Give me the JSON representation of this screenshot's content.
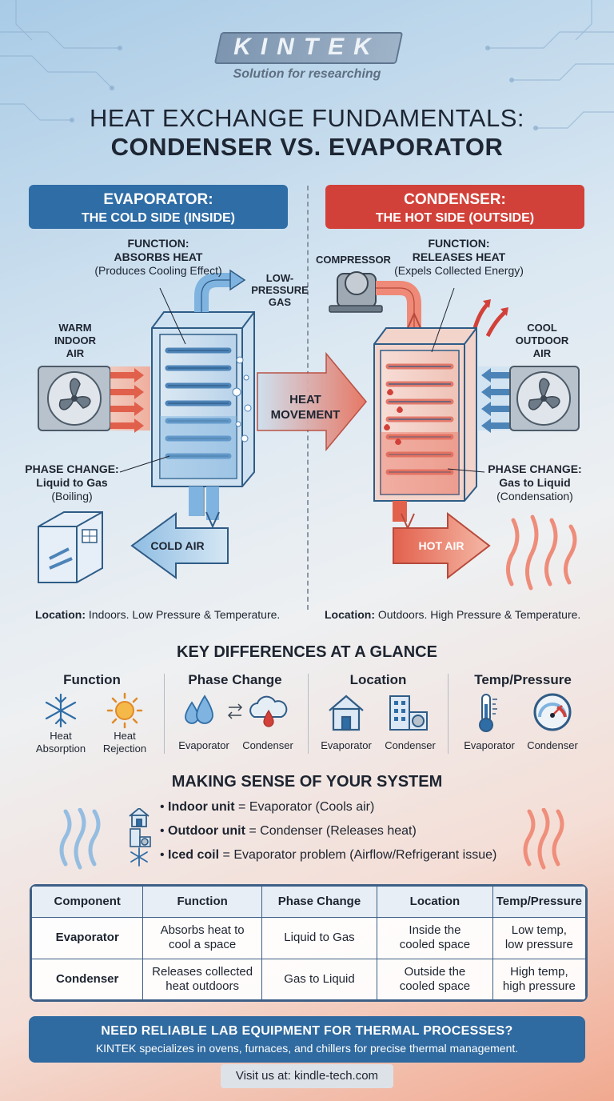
{
  "header": {
    "logo": "KINTEK",
    "tagline": "Solution for researching",
    "title_line1": "HEAT EXCHANGE FUNDAMENTALS:",
    "title_line2": "CONDENSER VS. EVAPORATOR"
  },
  "evaporator": {
    "banner_title": "EVAPORATOR:",
    "banner_subtitle": "THE COLD SIDE (INSIDE)",
    "function_title": "FUNCTION:",
    "function_main": "ABSORBS HEAT",
    "function_sub": "(Produces Cooling Effect)",
    "gas_label_1": "LOW-",
    "gas_label_2": "PRESSURE",
    "gas_label_3": "GAS",
    "air_label_1": "WARM",
    "air_label_2": "INDOOR",
    "air_label_3": "AIR",
    "phase_title": "PHASE CHANGE:",
    "phase_main": "Liquid to Gas",
    "phase_sub": "(Boiling)",
    "output_air": "COLD AIR",
    "location_label": "Location:",
    "location_text": "Indoors. Low Pressure & Temperature."
  },
  "condenser": {
    "banner_title": "CONDENSER:",
    "banner_subtitle": "THE HOT SIDE (OUTSIDE)",
    "compressor_label": "COMPRESSOR",
    "function_title": "FUNCTION:",
    "function_main": "RELEASES HEAT",
    "function_sub": "(Expels Collected Energy)",
    "air_label_1": "COOL",
    "air_label_2": "OUTDOOR",
    "air_label_3": "AIR",
    "phase_title": "PHASE CHANGE:",
    "phase_main": "Gas to Liquid",
    "phase_sub": "(Condensation)",
    "output_air": "HOT AIR",
    "location_label": "Location:",
    "location_text": "Outdoors. High Pressure & Temperature."
  },
  "heat_movement": {
    "line1": "HEAT",
    "line2": "MOVEMENT"
  },
  "key_differences": {
    "title": "KEY DIFFERENCES AT A GLANCE",
    "columns": [
      {
        "title": "Function",
        "items": [
          {
            "icon": "snowflake-icon",
            "label1": "Heat",
            "label2": "Absorption"
          },
          {
            "icon": "sun-icon",
            "label1": "Heat",
            "label2": "Rejection"
          }
        ]
      },
      {
        "title": "Phase Change",
        "items": [
          {
            "icon": "water-drops-icon",
            "label1": "Evaporator"
          },
          {
            "icon": "cloud-drop-icon",
            "label1": "Condenser"
          }
        ]
      },
      {
        "title": "Location",
        "items": [
          {
            "icon": "house-icon",
            "label1": "Evaporator"
          },
          {
            "icon": "building-icon",
            "label1": "Condenser"
          }
        ]
      },
      {
        "title": "Temp/Pressure",
        "items": [
          {
            "icon": "thermometer-icon",
            "label1": "Evaporator"
          },
          {
            "icon": "gauge-icon",
            "label1": "Condenser"
          }
        ]
      }
    ]
  },
  "system_sense": {
    "title": "MAKING SENSE OF YOUR SYSTEM",
    "rows": [
      {
        "icon": "house-icon",
        "bold": "Indoor unit",
        "text": " = Evaporator (Cools air)"
      },
      {
        "icon": "building-icon",
        "bold": "Outdoor unit",
        "text": " = Condenser (Releases heat)"
      },
      {
        "icon": "snowflake-icon",
        "bold": "Iced coil",
        "text": " = Evaporator problem (Airflow/Refrigerant issue)"
      }
    ]
  },
  "comparison_table": {
    "headers": [
      "Component",
      "Function",
      "Phase Change",
      "Location",
      "Temp/Pressure"
    ],
    "rows": [
      {
        "c0": "Evaporator",
        "c1a": "Absorbs heat to",
        "c1b": "cool a space",
        "c2": "Liquid to Gas",
        "c3a": "Inside the",
        "c3b": "cooled space",
        "c4a": "Low temp,",
        "c4b": "low pressure"
      },
      {
        "c0": "Condenser",
        "c1a": "Releases collected",
        "c1b": "heat outdoors",
        "c2": "Gas to Liquid",
        "c3a": "Outside the",
        "c3b": "cooled space",
        "c4a": "High temp,",
        "c4b": "high pressure"
      }
    ]
  },
  "cta": {
    "headline": "NEED RELIABLE LAB EQUIPMENT FOR THERMAL PROCESSES?",
    "body": "KINTEK specializes in ovens, furnaces, and chillers for precise thermal management.",
    "visit": "Visit us at: kindle-tech.com"
  },
  "colors": {
    "blue": "#2f6da6",
    "red": "#d24139",
    "navy": "#1d2430"
  }
}
